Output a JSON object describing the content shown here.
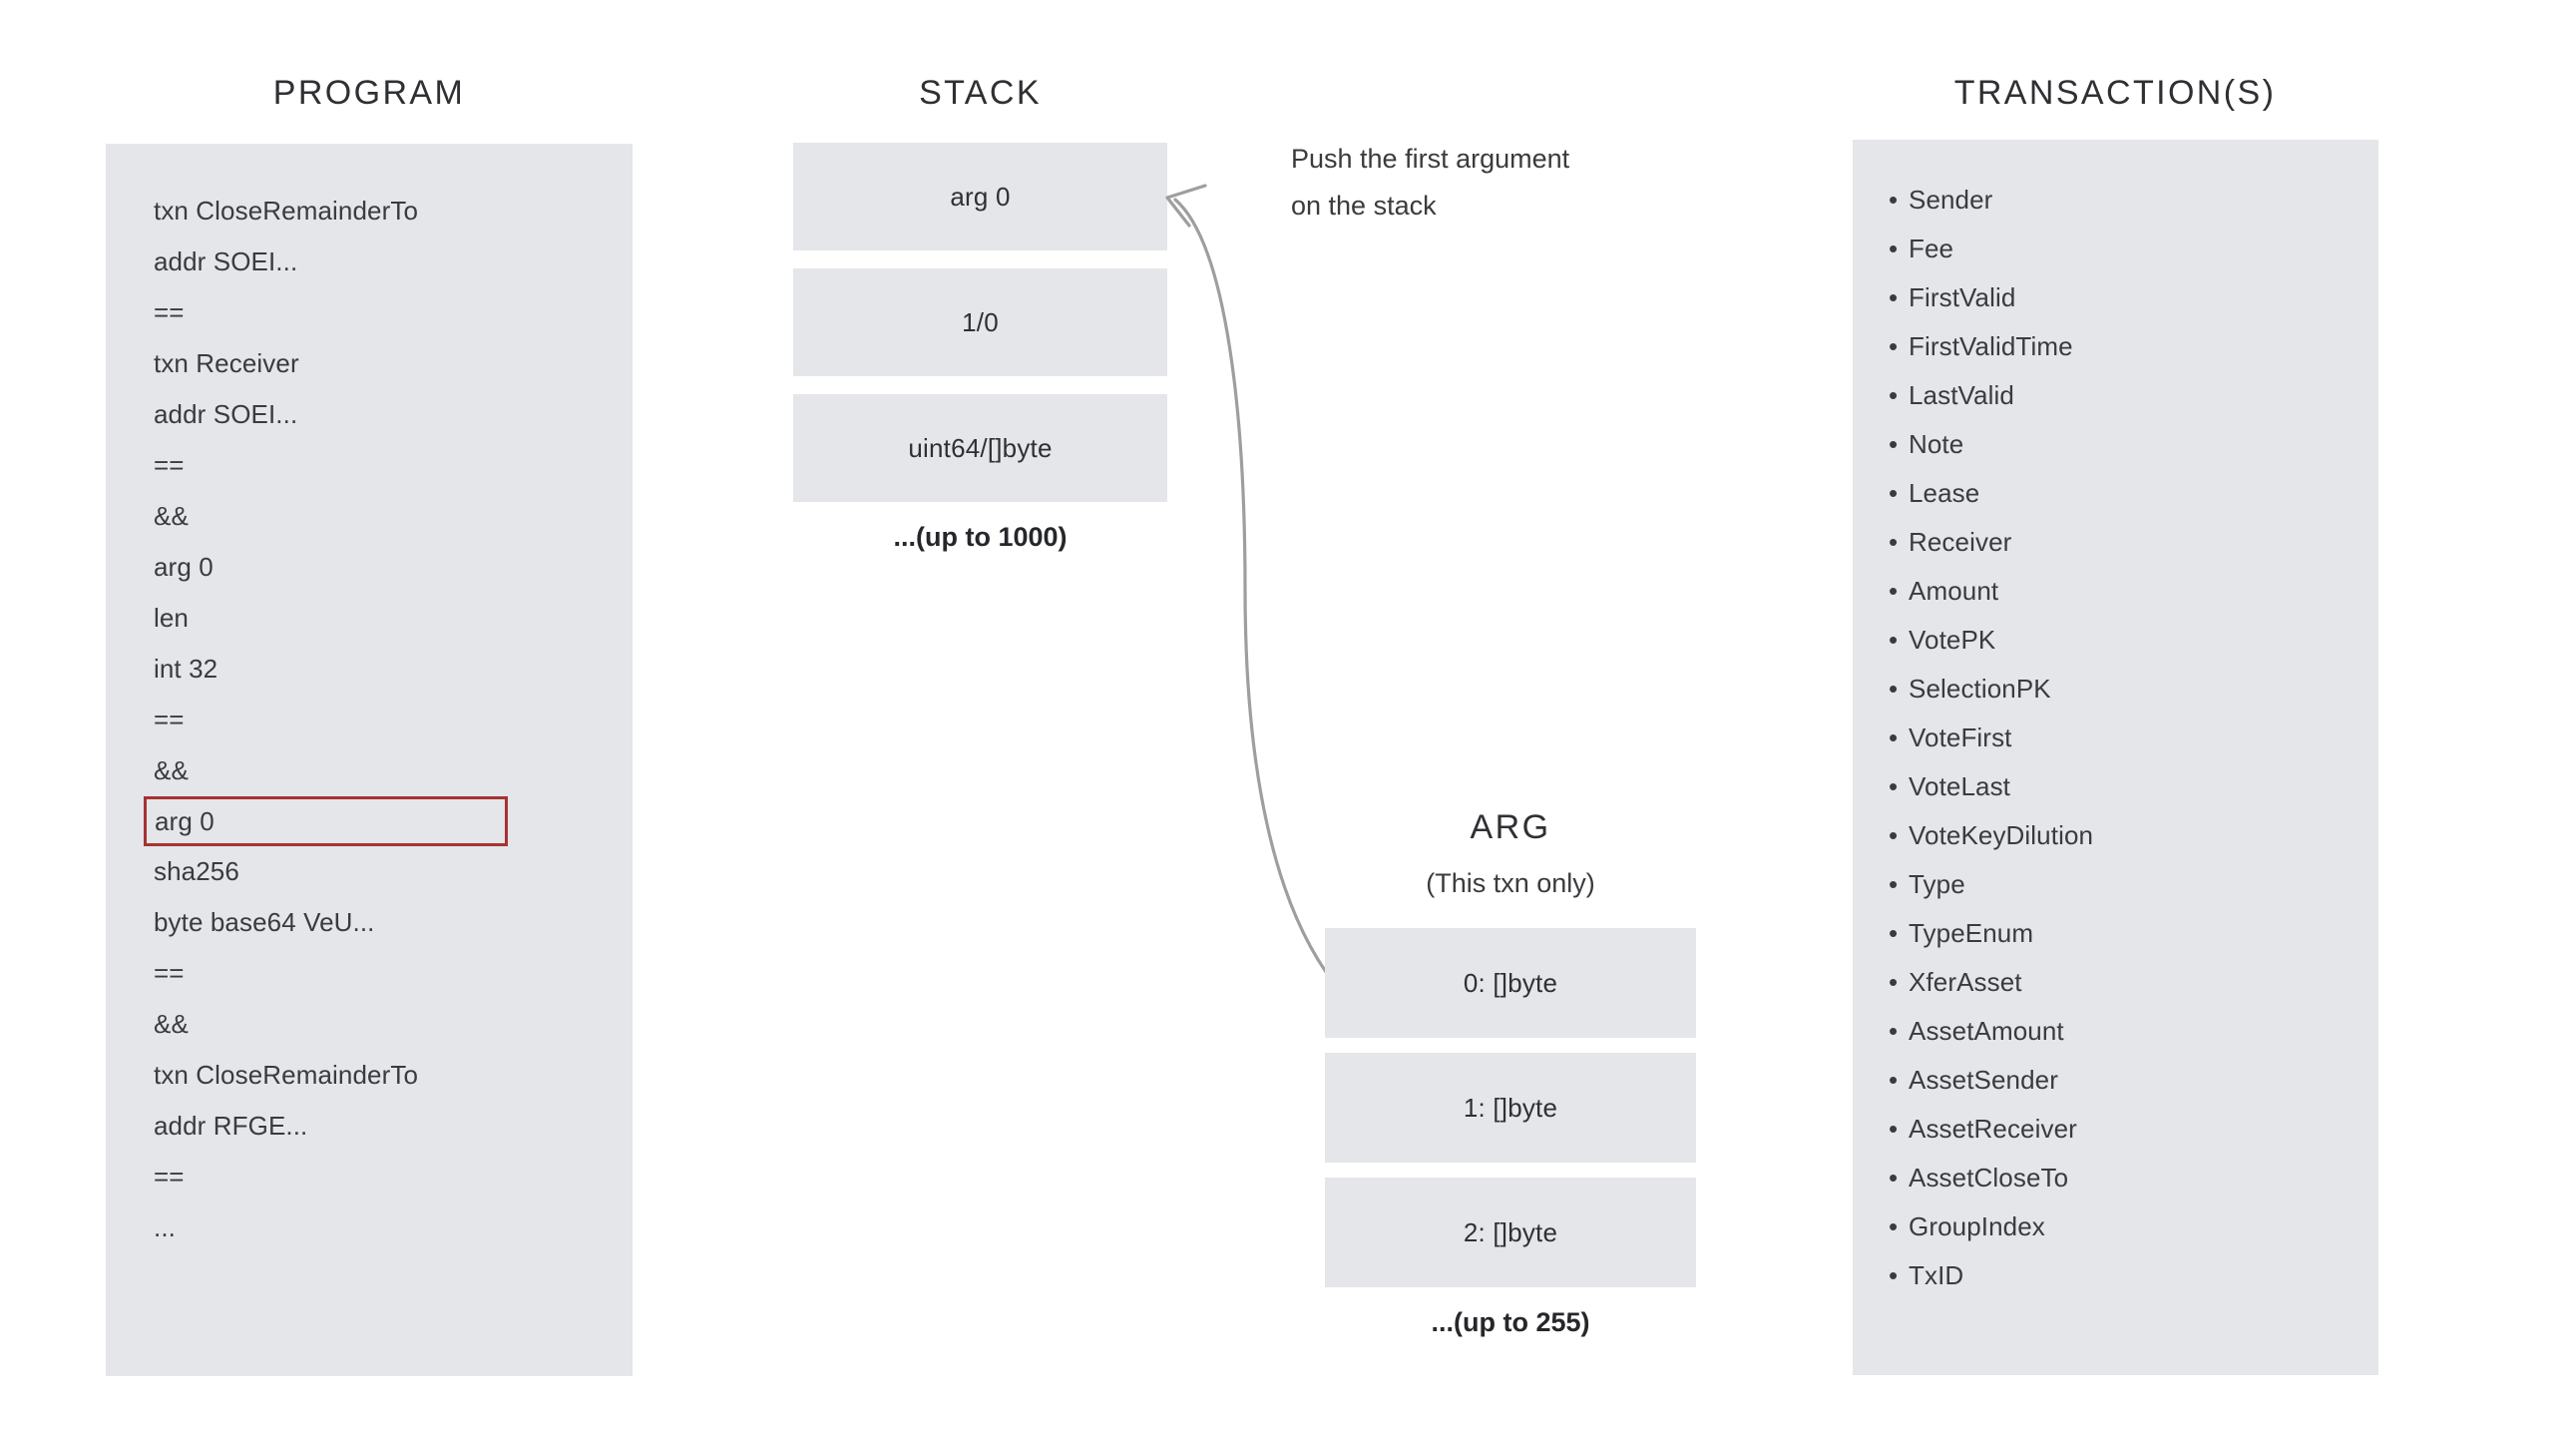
{
  "colors": {
    "panel_background": "#e4e6e9",
    "page_background": "#ffffff",
    "text": "#3a3b3e",
    "title_text": "#2f3033",
    "highlight_border": "#a63232",
    "arrow_stroke": "#9e9e9e"
  },
  "program": {
    "title": "PROGRAM",
    "lines": [
      {
        "text": "txn CloseRemainderTo",
        "highlighted": false
      },
      {
        "text": "addr SOEI...",
        "highlighted": false
      },
      {
        "text": "==",
        "highlighted": false
      },
      {
        "text": "txn Receiver",
        "highlighted": false
      },
      {
        "text": "addr SOEI...",
        "highlighted": false
      },
      {
        "text": "==",
        "highlighted": false
      },
      {
        "text": "&&",
        "highlighted": false
      },
      {
        "text": "arg 0",
        "highlighted": false
      },
      {
        "text": "len",
        "highlighted": false
      },
      {
        "text": "int 32",
        "highlighted": false
      },
      {
        "text": "==",
        "highlighted": false
      },
      {
        "text": "&&",
        "highlighted": false
      },
      {
        "text": "arg 0",
        "highlighted": true
      },
      {
        "text": "sha256",
        "highlighted": false
      },
      {
        "text": "byte base64 VeU...",
        "highlighted": false
      },
      {
        "text": "==",
        "highlighted": false
      },
      {
        "text": "&&",
        "highlighted": false
      },
      {
        "text": "txn CloseRemainderTo",
        "highlighted": false
      },
      {
        "text": "addr RFGE...",
        "highlighted": false
      },
      {
        "text": "==",
        "highlighted": false
      },
      {
        "text": "...",
        "highlighted": false
      }
    ]
  },
  "stack": {
    "title": "STACK",
    "cells": [
      "arg 0",
      "1/0",
      "uint64/[]byte"
    ],
    "caption": "...(up to 1000)"
  },
  "annotation": {
    "push_note_line1": "Push the first argument",
    "push_note_line2": "on the stack"
  },
  "arg": {
    "title": "ARG",
    "subtitle": "(This txn only)",
    "cells": [
      "0: []byte",
      "1: []byte",
      "2: []byte"
    ],
    "caption": "...(up to 255)"
  },
  "transactions": {
    "title": "TRANSACTION(S)",
    "bullet": "•",
    "fields": [
      "Sender",
      "Fee",
      "FirstValid",
      "FirstValidTime",
      "LastValid",
      "Note",
      "Lease",
      "Receiver",
      "Amount",
      "VotePK",
      "SelectionPK",
      "VoteFirst",
      "VoteLast",
      "VoteKeyDilution",
      "Type",
      "TypeEnum",
      "XferAsset",
      "AssetAmount",
      "AssetSender",
      "AssetReceiver",
      "AssetCloseTo",
      "GroupIndex",
      "TxID"
    ]
  }
}
